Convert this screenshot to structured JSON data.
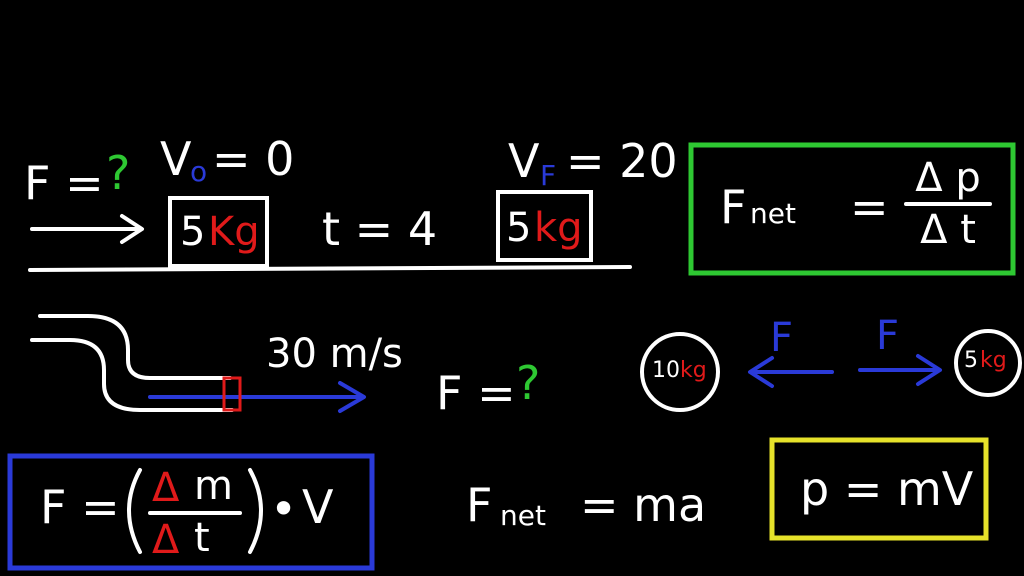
{
  "colors": {
    "background": "#000000",
    "chalk": "#ffffff",
    "green": "#2ec832",
    "blue": "#2a3ad8",
    "red": "#e01a1a",
    "yellow": "#e6e22a"
  },
  "problem1": {
    "force_label": "F =",
    "force_unknown": "?",
    "v0_symbol": "V",
    "v0_subscript": "o",
    "v0_value": "= 0",
    "block_left_num": "5",
    "block_left_unit": "Kg",
    "time_label": "t = 4",
    "vf_symbol": "V",
    "vf_subscript": "F",
    "vf_value": "= 20",
    "block_right_num": "5",
    "block_right_unit": "kg"
  },
  "formula_box_green": {
    "lhs_main": "F",
    "lhs_sub": "net",
    "equals": "=",
    "numerator": "Δ p",
    "denominator": "Δ t"
  },
  "problem2": {
    "speed_label": "30 m/s",
    "force_label": "F =",
    "force_unknown": "?"
  },
  "problem3": {
    "mass_left_num": "10",
    "mass_left_unit": "kg",
    "force_left": "F",
    "force_right": "F",
    "mass_right_num": "5",
    "mass_right_unit": "kg"
  },
  "formula_box_blue": {
    "lhs": "F =",
    "numerator_delta": "Δ",
    "numerator_var": "m",
    "denominator_delta": "Δ",
    "denominator_var": "t",
    "dot": "•",
    "velocity": "V"
  },
  "newton_law": {
    "lhs_main": "F",
    "lhs_sub": "net",
    "rhs": "= ma"
  },
  "formula_box_yellow": {
    "text": "p = mV"
  }
}
